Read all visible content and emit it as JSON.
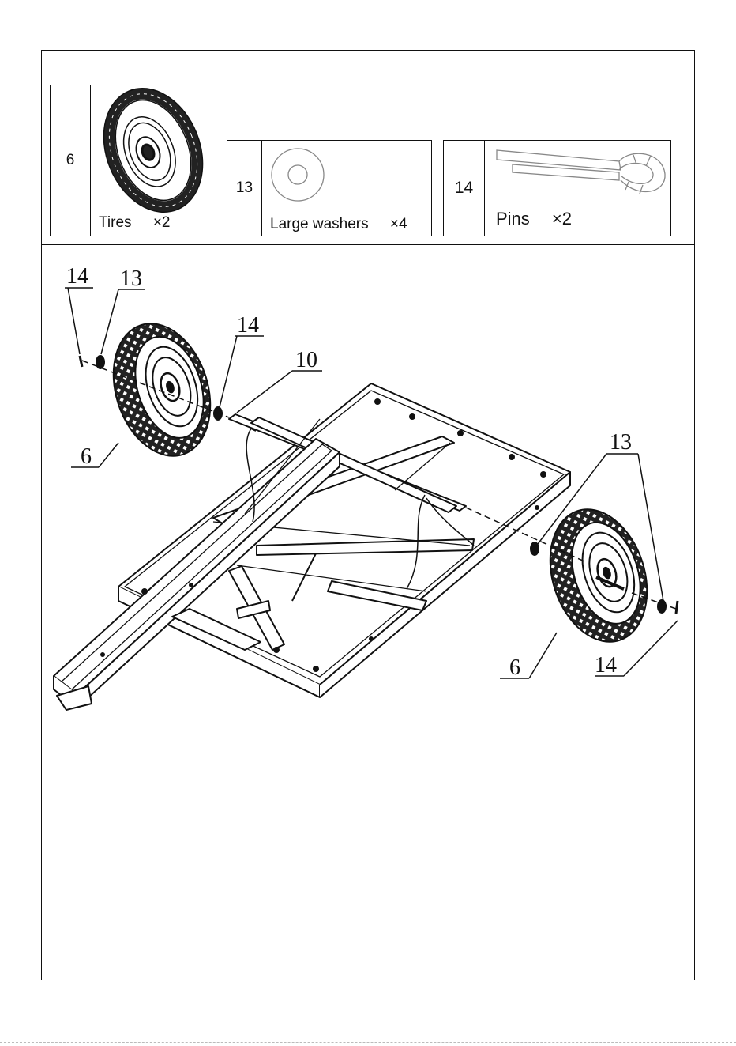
{
  "parts": [
    {
      "id": "tires",
      "number": "6",
      "name": "Tires",
      "qty": "×2",
      "icon": "tire-icon"
    },
    {
      "id": "washers",
      "number": "13",
      "name": "Large washers",
      "qty": "×4",
      "icon": "washer-icon"
    },
    {
      "id": "pins",
      "number": "14",
      "name": "Pins",
      "qty": "×2",
      "icon": "pin-icon"
    }
  ],
  "callouts": {
    "left_pin": "14",
    "left_washer": "13",
    "left_inner_pin": "14",
    "axle": "10",
    "left_tire": "6",
    "right_washer": "13",
    "right_tire": "6",
    "right_pin": "14"
  }
}
